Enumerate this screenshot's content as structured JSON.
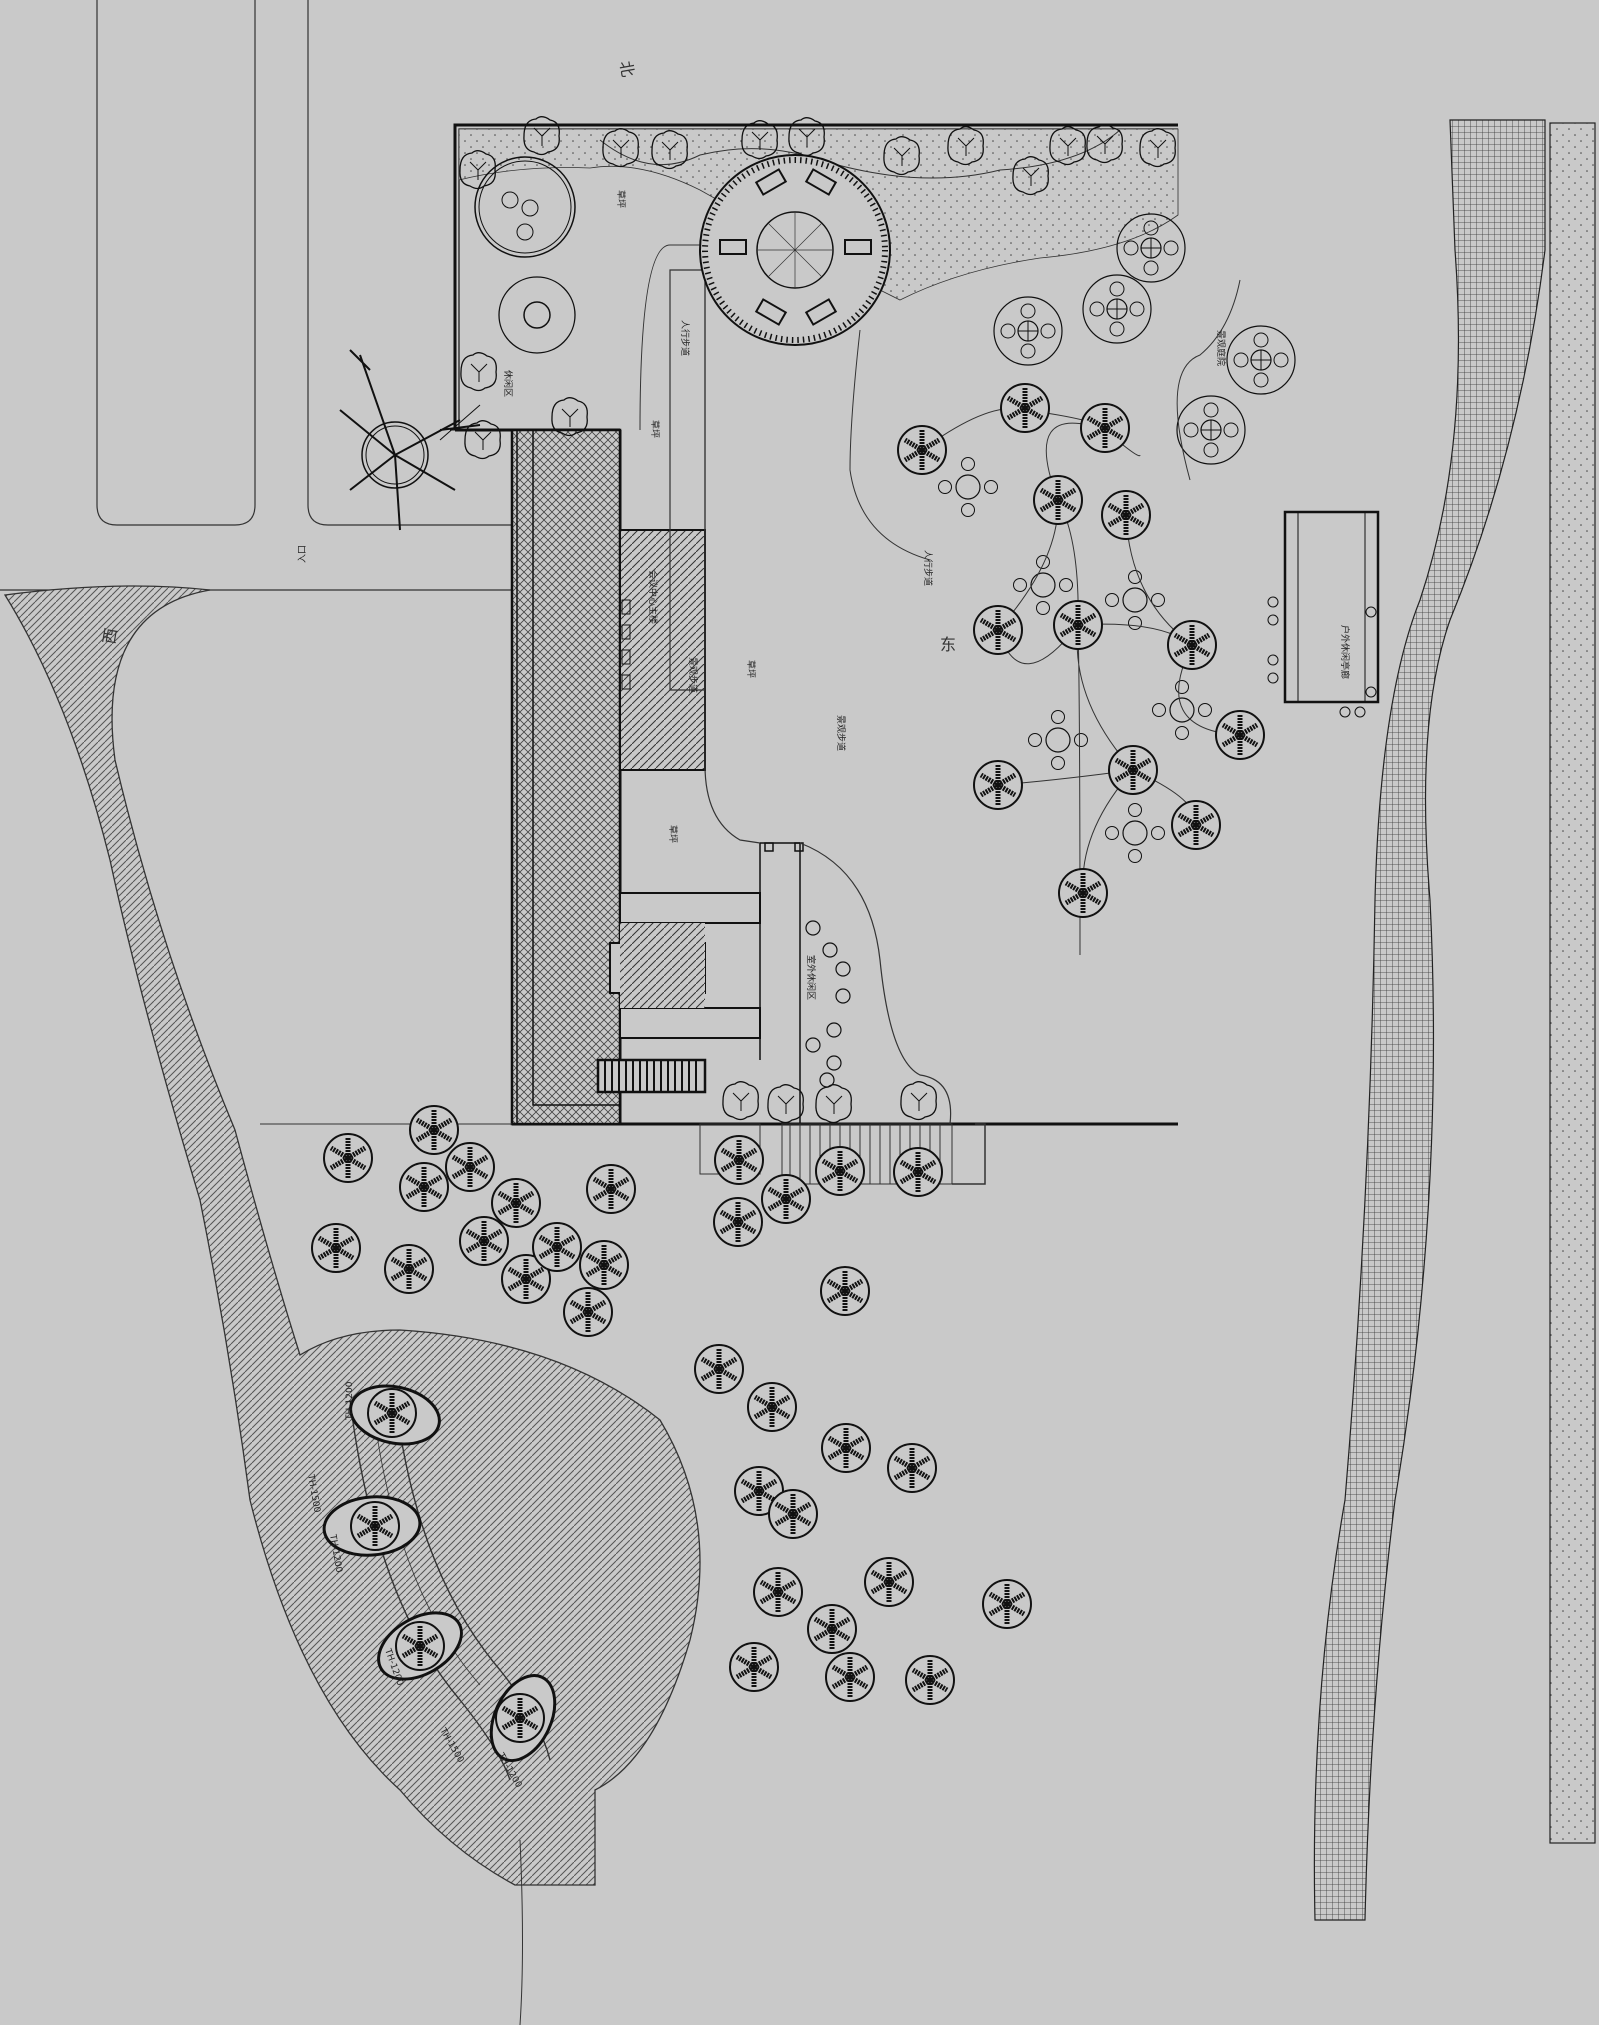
{
  "labels": {
    "north_mark": "北",
    "east_mark": "东",
    "west_mark": "西",
    "entrance_a": "入口",
    "lawn": "草坪",
    "path_a": "人行步道",
    "path_b": "人行步道",
    "deck": "景观步道",
    "building_note": "会议中心主楼",
    "court_note": "室外休闲区",
    "pavilion_note": "户外休闲亭廊",
    "lawn_2": "草坪",
    "lawn_3": "草坪",
    "lawn_4": "草坪",
    "garden_note": "景观庭院",
    "walk_note": "景观步道",
    "patio_note": "休闲区",
    "stepping_1": "TH-1200",
    "stepping_2": "TH-1200",
    "stepping_3": "TH-1200",
    "stepping_4": "TH-1200",
    "stepping_5": "TH-1500",
    "stepping_6": "TH-1500"
  },
  "colors": {
    "background": "#c9c9c9",
    "line": "#1a1a1a",
    "fill_dark": "#3a3a3a"
  }
}
